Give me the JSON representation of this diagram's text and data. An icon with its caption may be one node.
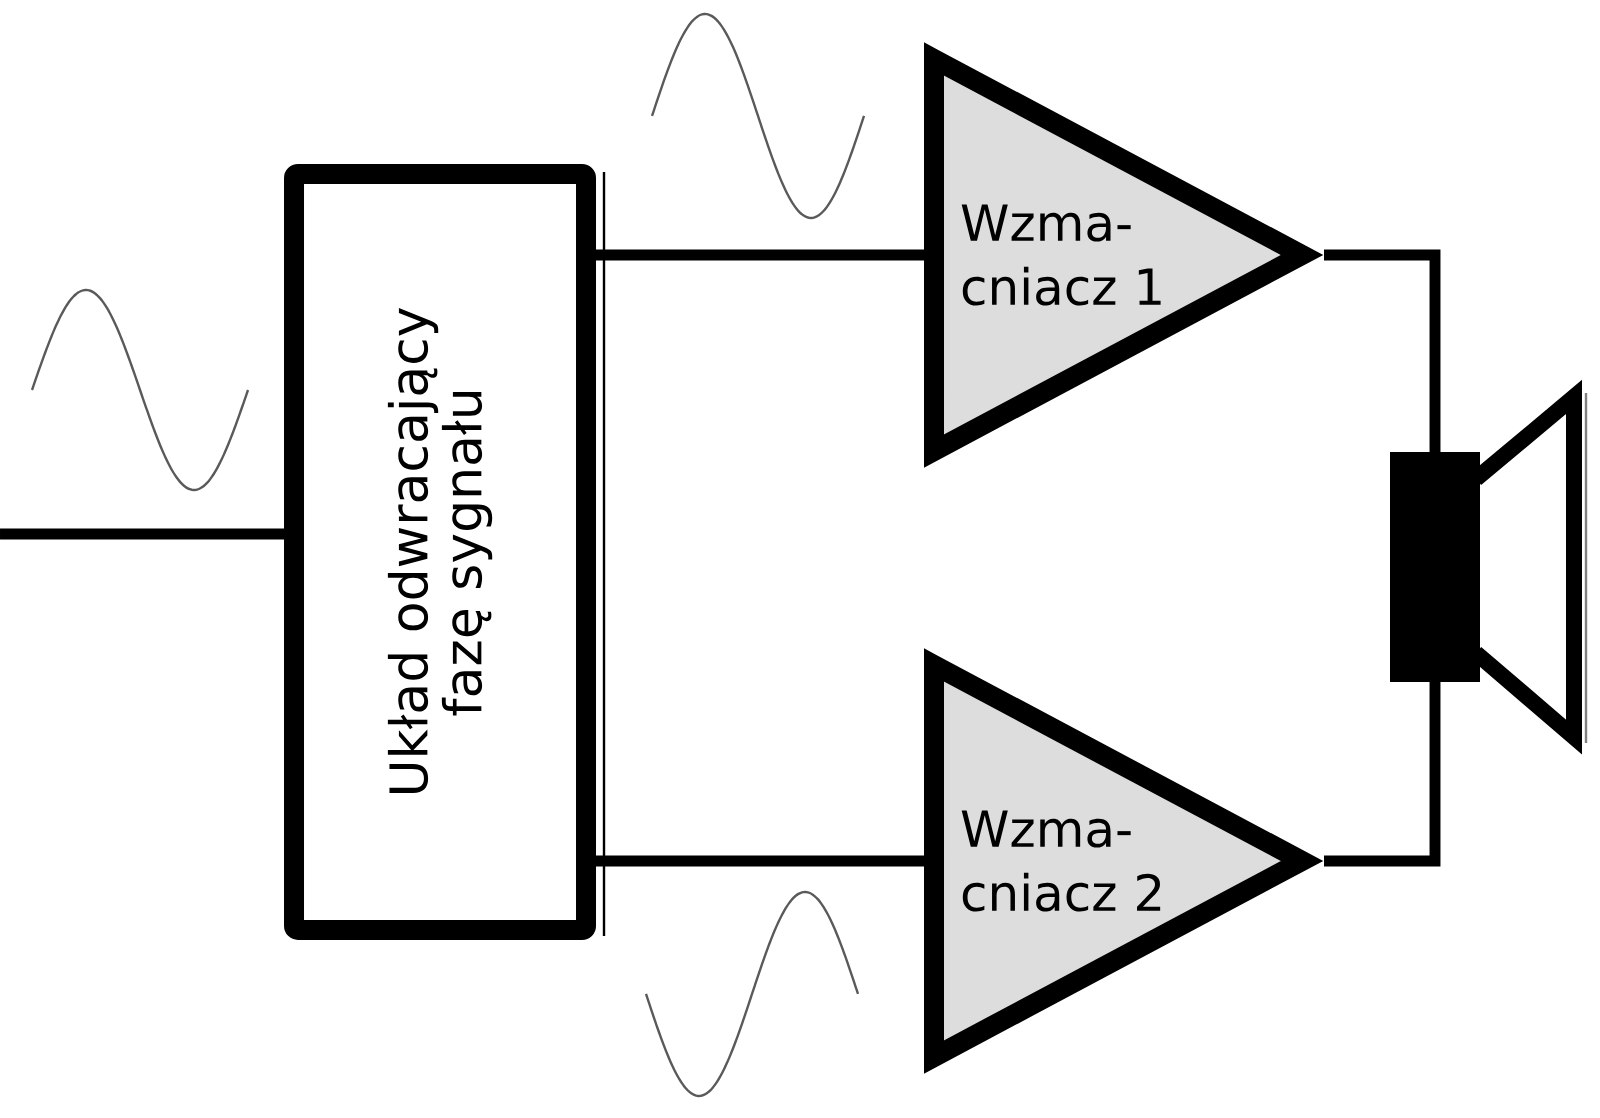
{
  "diagram": {
    "nodes": [
      {
        "text": [
          "Układ odwracający fazę sygnału"
        ]
      },
      {
        "text": [
          "Wzma- cniacz 1"
        ]
      },
      {
        "text": [
          "Wzma- cniacz 2"
        ]
      },
      {
        "text": [],
        "shape": "speaker"
      }
    ],
    "edges": [
      {
        "from": null,
        "to": 0,
        "arrow": "none"
      },
      {
        "from": 0,
        "to": 1,
        "arrow": "none"
      },
      {
        "from": 0,
        "to": 2,
        "arrow": "none"
      },
      {
        "from": 1,
        "to": 3,
        "arrow": "none"
      },
      {
        "from": 2,
        "to": 3,
        "arrow": "none"
      }
    ]
  }
}
